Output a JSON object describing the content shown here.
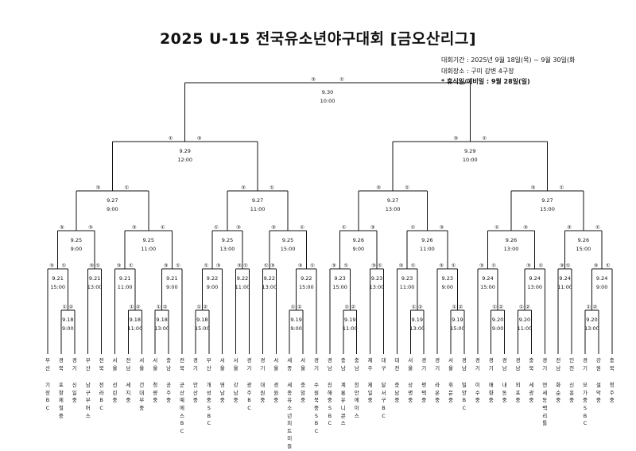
{
  "title": "2025 U-15 전국유소년야구대회 [금오산리그]",
  "info": {
    "period": "대회기간 : 2025년 9월 18일(목) ~ 9월 30일(화",
    "venue": "대회장소 : 구미 강변 4구장",
    "rest": "* 휴식일/예비일 : 9월 28일(일)"
  },
  "teams": [
    {
      "region": "부산",
      "name": "기장BC"
    },
    {
      "region": "경북",
      "name": "포항제철중"
    },
    {
      "region": "경기",
      "name": "신일중"
    },
    {
      "region": "부산",
      "name": "남구부머스"
    },
    {
      "region": "전북",
      "name": "전라BC"
    },
    {
      "region": "서울",
      "name": "선린중"
    },
    {
      "region": "전남",
      "name": "세지중"
    },
    {
      "region": "서울",
      "name": "건대부중"
    },
    {
      "region": "서울",
      "name": "청량중"
    },
    {
      "region": "충남",
      "name": "공주중"
    },
    {
      "region": "전북",
      "name": "군산예에스BC"
    },
    {
      "region": "경기",
      "name": "안산중"
    },
    {
      "region": "부산",
      "name": "개성중SBC"
    },
    {
      "region": "서울",
      "name": "영남중"
    },
    {
      "region": "서울",
      "name": "강남중"
    },
    {
      "region": "경기",
      "name": "광주BC"
    },
    {
      "region": "경기",
      "name": "대원중"
    },
    {
      "region": "서울",
      "name": "경원중"
    },
    {
      "region": "세종",
      "name": "세종유소년피트미들"
    },
    {
      "region": "서울",
      "name": "충암중"
    },
    {
      "region": "경기",
      "name": "수원북중SBC"
    },
    {
      "region": "경남",
      "name": "진해중SBC"
    },
    {
      "region": "충남",
      "name": "계룡유니콘스"
    },
    {
      "region": "충남",
      "name": "천안에이스"
    },
    {
      "region": "제주",
      "name": "제일중"
    },
    {
      "region": "대구",
      "name": "달서구BC"
    },
    {
      "region": "대전",
      "name": "충남중"
    },
    {
      "region": "서울",
      "name": "상명중"
    },
    {
      "region": "경기",
      "name": "평택중"
    },
    {
      "region": "경기",
      "name": "라온중"
    },
    {
      "region": "서울",
      "name": "휘문중"
    },
    {
      "region": "경남",
      "name": "밀양BC"
    },
    {
      "region": "경기",
      "name": "이수중"
    },
    {
      "region": "경기",
      "name": "매향중"
    },
    {
      "region": "경남",
      "name": "내동중"
    },
    {
      "region": "경남",
      "name": "외포중"
    },
    {
      "region": "충북",
      "name": "세광중"
    },
    {
      "region": "경기",
      "name": "연세동백리틀"
    },
    {
      "region": "전남",
      "name": "화순중"
    },
    {
      "region": "인천",
      "name": "신흥중"
    },
    {
      "region": "경기",
      "name": "모가중SBC"
    },
    {
      "region": "강원",
      "name": "설악중"
    },
    {
      "region": "충북",
      "name": "청주중"
    }
  ],
  "matches": [
    {
      "date": "9.18",
      "time": "9:00",
      "marks": [
        "①",
        "②"
      ]
    },
    {
      "date": "9.18",
      "time": "11:00",
      "marks": [
        "①",
        "②"
      ]
    },
    {
      "date": "9.18",
      "time": "13:00",
      "marks": [
        "①",
        "②"
      ]
    },
    {
      "date": "9.18",
      "time": "15:00",
      "marks": [
        "①",
        "②"
      ]
    },
    {
      "date": "9.19",
      "time": "9:00",
      "marks": [
        "①",
        "②"
      ]
    },
    {
      "date": "9.19",
      "time": "11:00",
      "marks": [
        "①",
        "②"
      ]
    },
    {
      "date": "9.19",
      "time": "13:00",
      "marks": [
        "①",
        "②"
      ]
    },
    {
      "date": "9.19",
      "time": "15:00",
      "marks": [
        "①",
        "②"
      ]
    },
    {
      "date": "9.20",
      "time": "9:00",
      "marks": [
        "①",
        "②"
      ]
    },
    {
      "date": "9.20",
      "time": "11:00",
      "marks": [
        "①",
        "②"
      ]
    },
    {
      "date": "9.20",
      "time": "13:00",
      "marks": [
        "①",
        "②"
      ]
    },
    {
      "date": "9.21",
      "time": "15:00",
      "marks": [
        "③",
        "①"
      ]
    },
    {
      "date": "9.21",
      "time": "13:00",
      "marks": [
        "③",
        "①"
      ]
    },
    {
      "date": "9.21",
      "time": "11:00",
      "marks": [
        "③",
        "①"
      ]
    },
    {
      "date": "9.21",
      "time": "9:00",
      "marks": [
        "③",
        "①"
      ]
    },
    {
      "date": "9.22",
      "time": "9:00",
      "marks": [
        "①",
        "③"
      ]
    },
    {
      "date": "9.22",
      "time": "11:00",
      "marks": [
        "③",
        "①"
      ]
    },
    {
      "date": "9.22",
      "time": "13:00",
      "marks": [
        "①",
        "③"
      ]
    },
    {
      "date": "9.22",
      "time": "15:00",
      "marks": [
        "③",
        "①"
      ]
    },
    {
      "date": "9.23",
      "time": "15:00",
      "marks": [
        "③",
        "①"
      ]
    },
    {
      "date": "9.23",
      "time": "13:00",
      "marks": [
        "③",
        "①"
      ]
    },
    {
      "date": "9.23",
      "time": "11:00",
      "marks": [
        "③",
        "①"
      ]
    },
    {
      "date": "9.23",
      "time": "9:00",
      "marks": [
        "③",
        "①"
      ]
    },
    {
      "date": "9.24",
      "time": "15:00",
      "marks": [
        "③",
        "①"
      ]
    },
    {
      "date": "9.24",
      "time": "13:00",
      "marks": [
        "③",
        "①"
      ]
    },
    {
      "date": "9.24",
      "time": "11:00",
      "marks": [
        "③",
        "①"
      ]
    },
    {
      "date": "9.24",
      "time": "9:00",
      "marks": [
        "③",
        "①"
      ]
    },
    {
      "date": "9.25",
      "time": "9:00",
      "marks": [
        "⑤",
        "③"
      ]
    },
    {
      "date": "9.25",
      "time": "11:00",
      "marks": [
        "③",
        "①"
      ]
    },
    {
      "date": "9.25",
      "time": "13:00",
      "marks": [
        "①",
        "③"
      ]
    },
    {
      "date": "9.25",
      "time": "15:00",
      "marks": [
        "③",
        "①"
      ]
    },
    {
      "date": "9.26",
      "time": "9:00",
      "marks": [
        "①",
        "③"
      ]
    },
    {
      "date": "9.26",
      "time": "11:00",
      "marks": [
        "①",
        "③"
      ]
    },
    {
      "date": "9.26",
      "time": "13:00",
      "marks": [
        "①",
        "③"
      ]
    },
    {
      "date": "9.26",
      "time": "15:00",
      "marks": [
        "③",
        "①"
      ]
    },
    {
      "date": "9.27",
      "time": "9:00",
      "marks": [
        "③",
        "①"
      ]
    },
    {
      "date": "9.27",
      "time": "11:00",
      "marks": [
        "③",
        "①"
      ]
    },
    {
      "date": "9.27",
      "time": "13:00",
      "marks": [
        "③",
        "①"
      ]
    },
    {
      "date": "9.27",
      "time": "15:00",
      "marks": [
        "③",
        "①"
      ]
    },
    {
      "date": "9.29",
      "time": "12:00",
      "marks": [
        "①",
        "③"
      ]
    },
    {
      "date": "9.29",
      "time": "10:00",
      "marks": [
        "③",
        "①"
      ]
    },
    {
      "date": "9.30",
      "time": "10:00",
      "marks": [
        "③",
        "①"
      ]
    }
  ]
}
